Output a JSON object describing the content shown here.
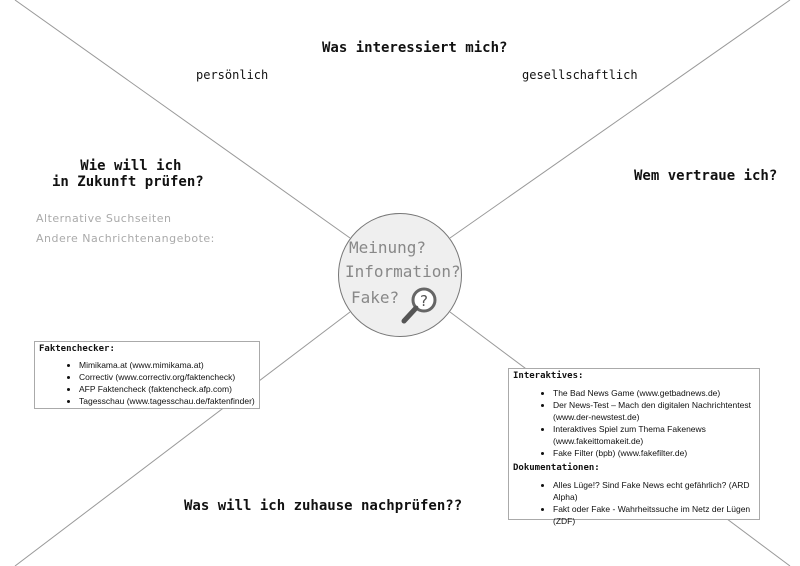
{
  "headings": {
    "top": "Was interessiert mich?",
    "personal": "persönlich",
    "societal": "gesellschaftlich",
    "left_line1": "Wie will ich",
    "left_line2": "in Zukunft prüfen?",
    "right": "Wem vertraue ich?",
    "bottom": "Was will ich zuhause nachprüfen??"
  },
  "left_hints": [
    "Alternative Suchseiten",
    "Andere Nachrichtenangebote:"
  ],
  "center": {
    "line1": "Meinung?",
    "line2": "Information?",
    "line3": "Fake?",
    "icon": "magnifier-question-icon"
  },
  "faktenchecker": {
    "title": "Faktenchecker:",
    "items": [
      "Mimikama.at (www.mimikama.at)",
      "Correctiv (www.correctiv.org/faktencheck)",
      "AFP Faktencheck (faktencheck.afp.com)",
      "Tagesschau (www.tagesschau.de/faktenfinder)"
    ]
  },
  "interaktives": {
    "title": "Interaktives:",
    "items": [
      "The Bad News Game (www.getbadnews.de)",
      "Der News-Test – Mach den digitalen Nachrichtentest (www.der-newstest.de)",
      "Interaktives Spiel zum Thema Fakenews (www.fakeittomakeit.de)",
      "Fake Filter (bpb) (www.fakefilter.de)"
    ]
  },
  "dokumentationen": {
    "title": "Dokumentationen:",
    "items": [
      "Alles Lüge!? Sind Fake News echt gefährlich? (ARD Alpha)",
      "Fakt oder Fake - Wahrheitssuche im Netz der Lügen (ZDF)"
    ]
  }
}
